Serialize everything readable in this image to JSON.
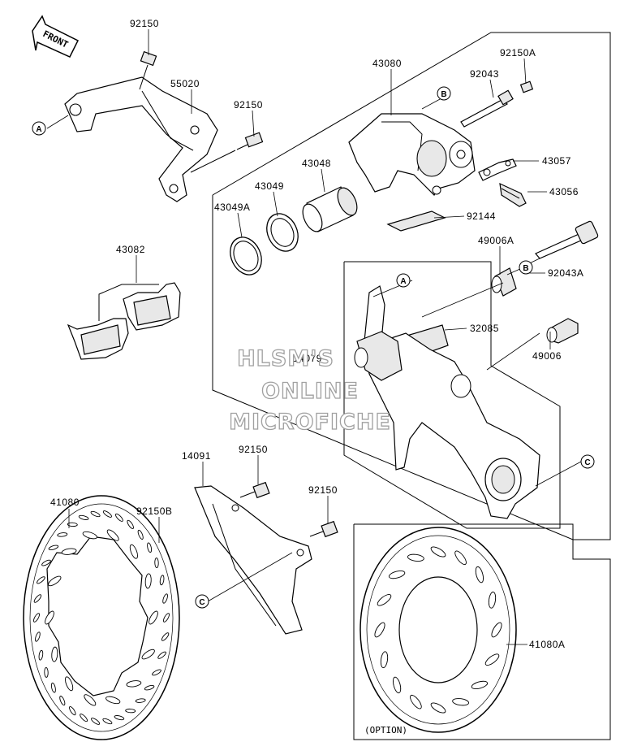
{
  "front_arrow": {
    "label": "FRONT"
  },
  "labels": {
    "p92150_top": "92150",
    "p55020": "55020",
    "p92150_mid": "92150",
    "p43080": "43080",
    "p92150A": "92150A",
    "p92043": "92043",
    "p43057": "43057",
    "p43056": "43056",
    "p43048": "43048",
    "p43049": "43049",
    "p43049A": "43049A",
    "p92144": "92144",
    "p43082": "43082",
    "p49006A": "49006A",
    "p92043A": "92043A",
    "p32085": "32085",
    "p14079": "14079",
    "p49006": "49006",
    "p14091": "14091",
    "p92150_low1": "92150",
    "p92150_low2": "92150",
    "p41080": "41080",
    "p92150B": "92150B",
    "p41080A": "41080A"
  },
  "callouts": {
    "A1": "A",
    "A2": "A",
    "B1": "B",
    "B2": "B",
    "C1": "C",
    "C2": "C"
  },
  "option_label": "(OPTION)",
  "watermark": {
    "line1": "HLSM'S",
    "line2": "ONLINE",
    "line3": "MICROFICHE"
  }
}
